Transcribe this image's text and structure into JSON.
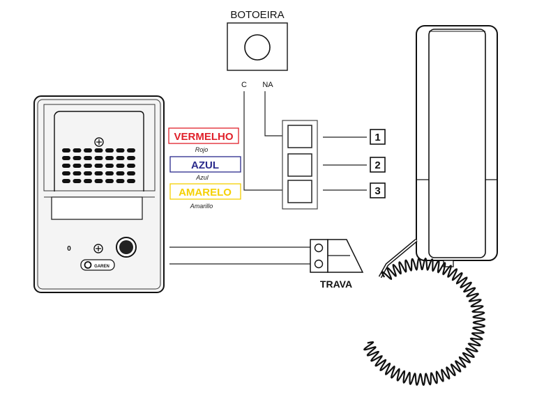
{
  "button_box": {
    "title": "BOTOEIRA",
    "terminal_c": "C",
    "terminal_na": "NA"
  },
  "wires": [
    {
      "name": "VERMELHO",
      "sub": "Rojo",
      "color": "#e0202a",
      "border": "#e0202a"
    },
    {
      "name": "AZUL",
      "sub": "Azul",
      "color": "#2a2a8c",
      "border": "#2a2a8c"
    },
    {
      "name": "AMARELO",
      "sub": "Amarillo",
      "color": "#f5d000",
      "border": "#f5d000"
    }
  ],
  "terminals": [
    "1",
    "2",
    "3"
  ],
  "lock": {
    "label": "TRAVA"
  },
  "door_station": {
    "button_mark": "0",
    "brand": "GAREN"
  },
  "icons": {
    "screw": "screw-icon",
    "call_button": "round-button-icon",
    "brand_logo": "garen-logo-icon"
  }
}
